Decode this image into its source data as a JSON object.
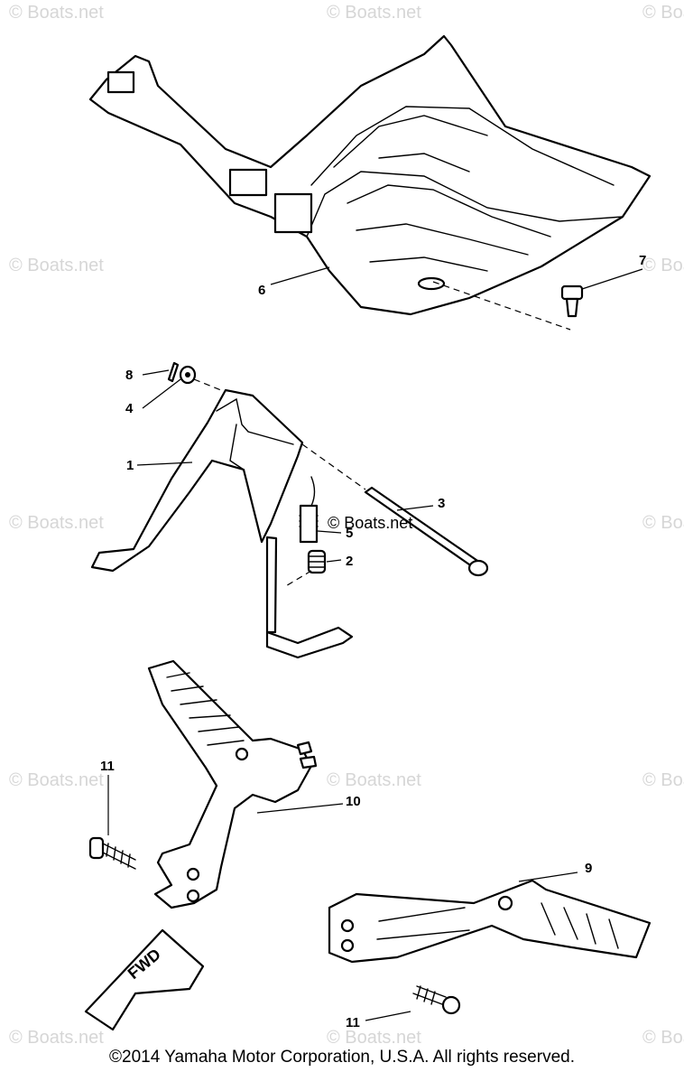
{
  "watermark_text": "© Boats.net",
  "center_watermark": "© Boats.net",
  "callouts": {
    "c1": "1",
    "c2": "2",
    "c3": "3",
    "c4": "4",
    "c5": "5",
    "c6": "6",
    "c7": "7",
    "c8": "8",
    "c9": "9",
    "c10": "10",
    "c11a": "11",
    "c11b": "11"
  },
  "fwd_label": "FWD",
  "copyright": "©2014 Yamaha Motor Corporation, U.S.A. All rights reserved."
}
